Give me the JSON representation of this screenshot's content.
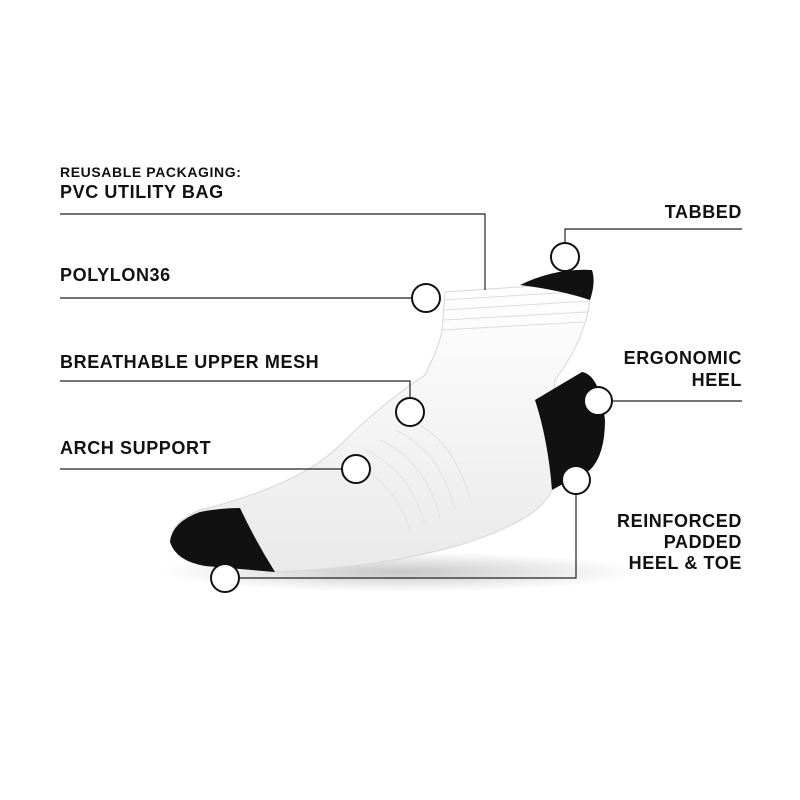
{
  "colors": {
    "text": "#111111",
    "sock_body": "#ffffff",
    "sock_accent": "#111111",
    "background": "#ffffff"
  },
  "callouts": {
    "packaging": {
      "line1": "REUSABLE PACKAGING:",
      "line2": "PVC UTILITY BAG"
    },
    "polylon": {
      "text": "POLYLON36"
    },
    "mesh": {
      "text": "BREATHABLE UPPER MESH"
    },
    "arch": {
      "text": "ARCH SUPPORT"
    },
    "tabbed": {
      "text": "TABBED"
    },
    "heel": {
      "line1": "ERGONOMIC",
      "line2": "HEEL"
    },
    "reinforced": {
      "line1": "REINFORCED",
      "line2": "PADDED",
      "line3": "HEEL & TOE"
    }
  }
}
